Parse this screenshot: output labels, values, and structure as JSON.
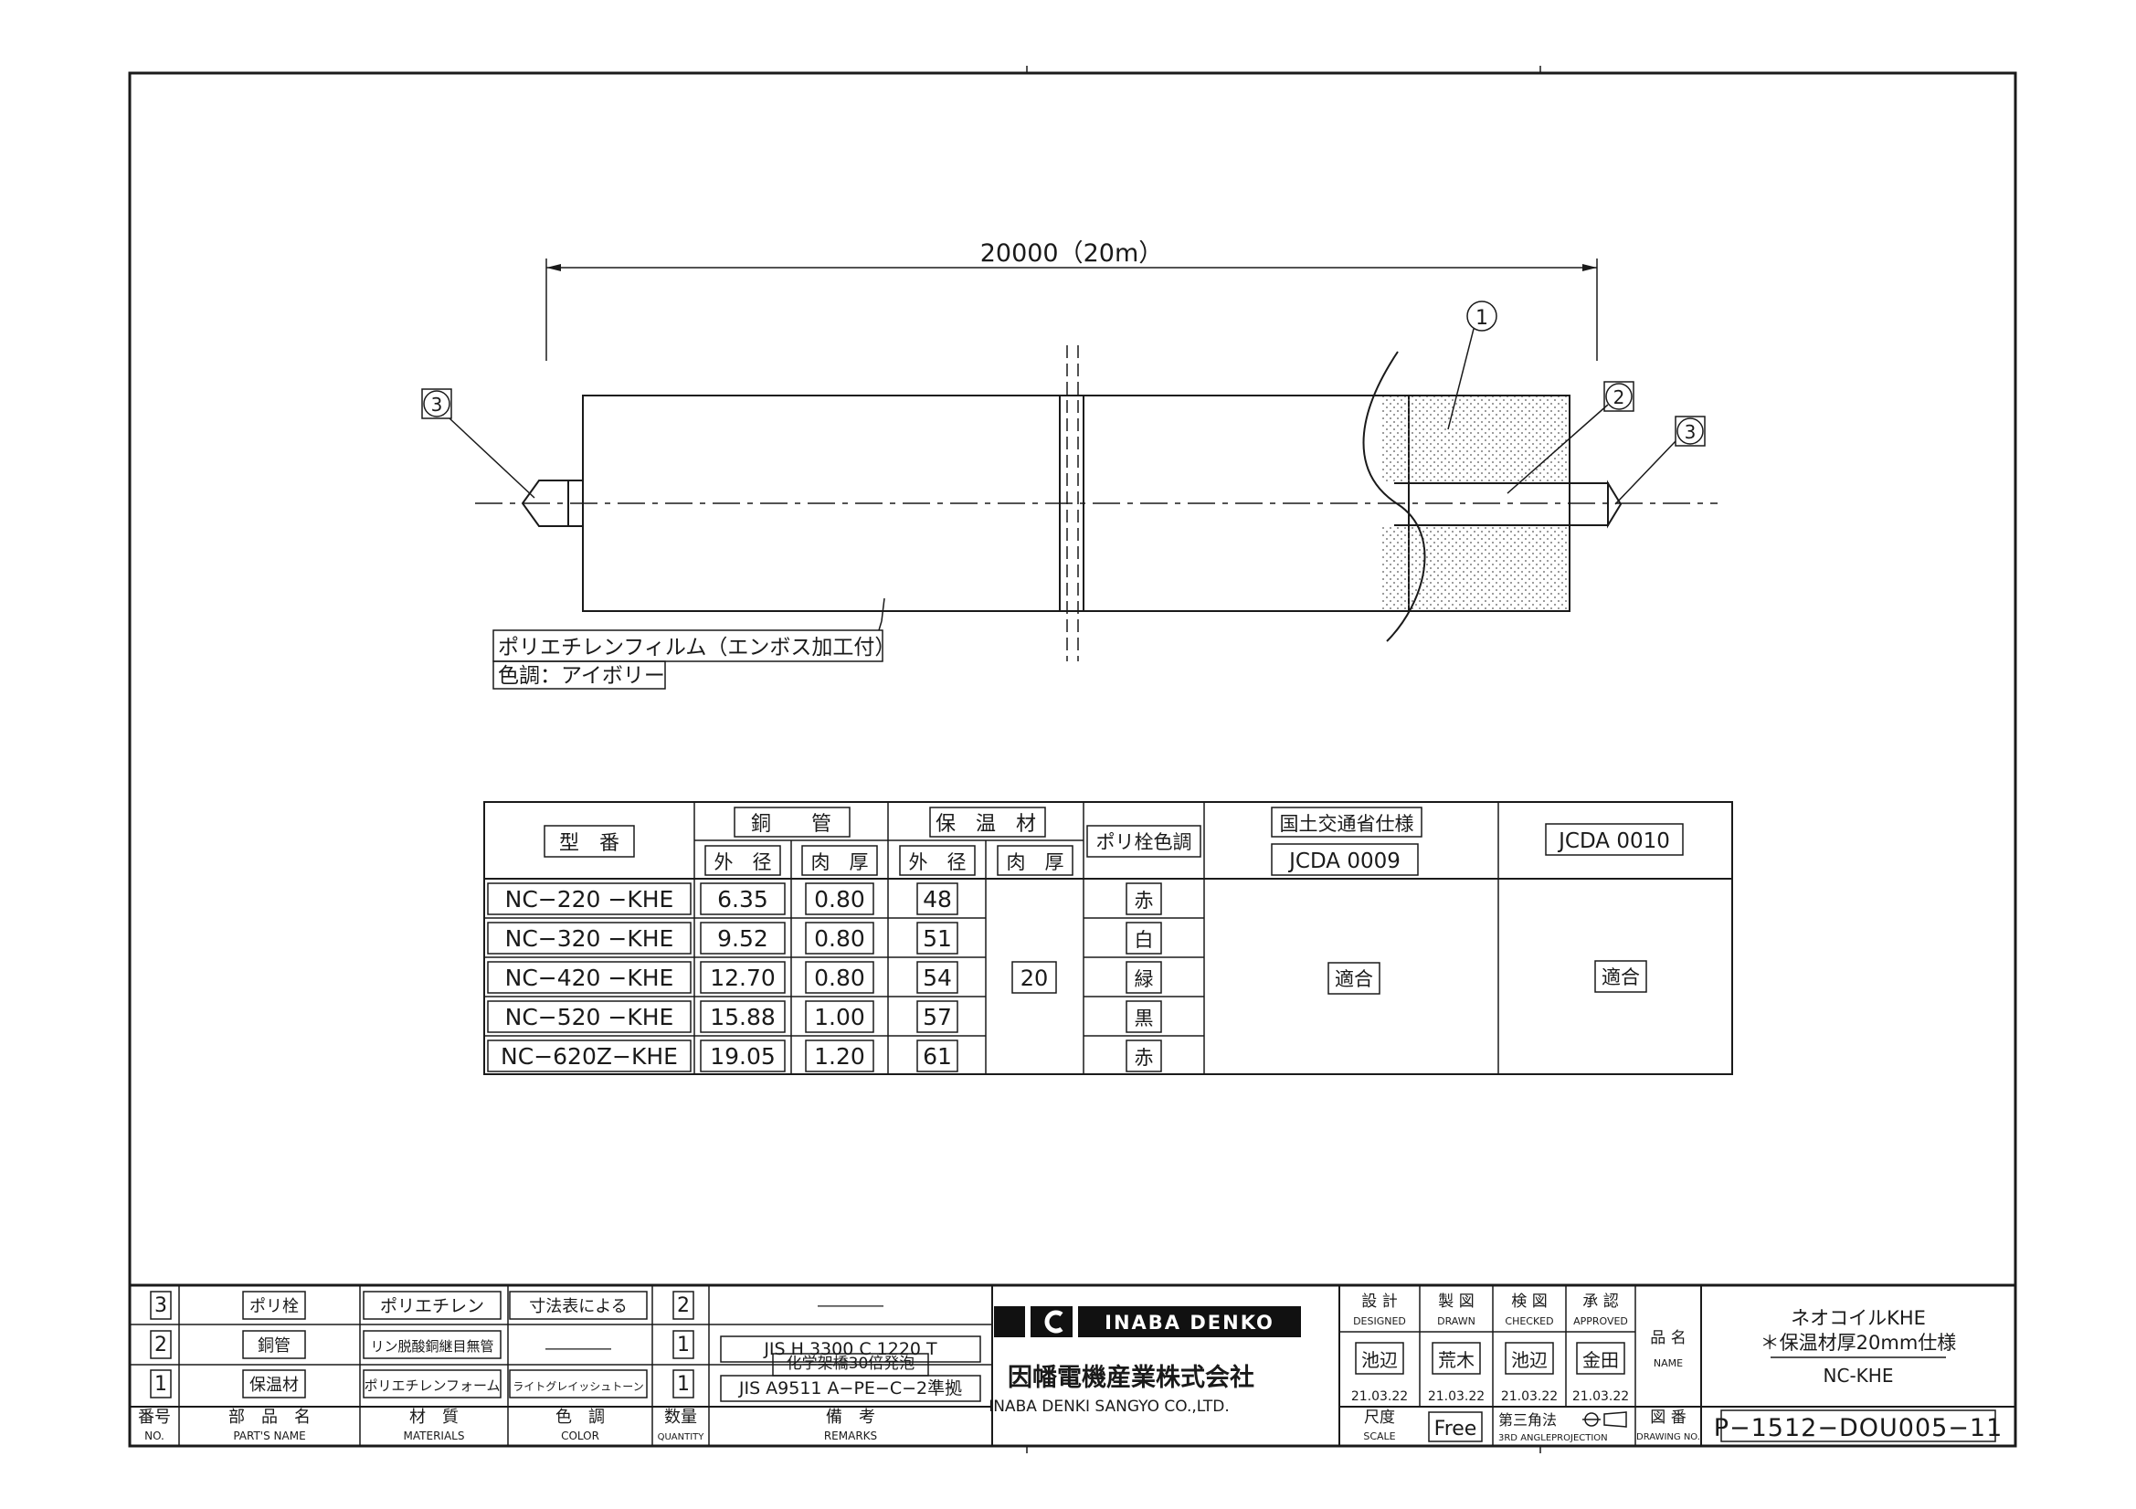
{
  "dimension": {
    "label": "20000（20m）"
  },
  "callouts": {
    "c1": "1",
    "c2": "2",
    "c3": "3"
  },
  "film_label": {
    "line1": "ポリエチレンフィルム（エンボス加工付）",
    "line2": "色調：アイボリー"
  },
  "spec_table": {
    "headers": {
      "model": "型　番",
      "copper_pipe": "銅　　管",
      "insulation": "保　温　材",
      "outer_diameter": "外　径",
      "wall_thickness": "肉　厚",
      "cap_color": "ポリ栓色調",
      "mlit_spec": "国土交通省仕様",
      "mlit_std": "JCDA 0009",
      "jcda": "JCDA 0010"
    },
    "rows": [
      {
        "model": "NC−220 −KHE",
        "od": "6.35",
        "wt": "0.80",
        "ins_od": "48",
        "color": "赤"
      },
      {
        "model": "NC−320 −KHE",
        "od": "9.52",
        "wt": "0.80",
        "ins_od": "51",
        "color": "白"
      },
      {
        "model": "NC−420 −KHE",
        "od": "12.70",
        "wt": "0.80",
        "ins_od": "54",
        "color": "緑"
      },
      {
        "model": "NC−520 −KHE",
        "od": "15.88",
        "wt": "1.00",
        "ins_od": "57",
        "color": "黒"
      },
      {
        "model": "NC−620Z−KHE",
        "od": "19.05",
        "wt": "1.20",
        "ins_od": "61",
        "color": "赤"
      }
    ],
    "ins_thickness": "20",
    "mlit_result": "適合",
    "jcda_result": "適合"
  },
  "parts_list": {
    "rows": [
      {
        "no": "3",
        "name": "ポリ栓",
        "material": "ポリエチレン",
        "color": "寸法表による",
        "qty": "2",
        "remarks": "――――",
        "remarks2": ""
      },
      {
        "no": "2",
        "name": "銅管",
        "material": "リン脱酸銅継目無管",
        "color": "――――",
        "qty": "1",
        "remarks": "JIS H 3300 C 1220 T",
        "remarks2": ""
      },
      {
        "no": "1",
        "name": "保温材",
        "material": "ポリエチレンフォーム",
        "color": "ライトグレイッシュトーン",
        "qty": "1",
        "remarks": "JIS A9511 A−PE−C−2準拠",
        "remarks2": "化学架橋30倍発泡"
      }
    ],
    "headers": {
      "no": "番号",
      "no_en": "NO.",
      "name": "部　品　名",
      "name_en": "PART'S NAME",
      "material": "材　質",
      "material_en": "MATERIALS",
      "color": "色　調",
      "color_en": "COLOR",
      "qty": "数量",
      "qty_en": "QUANTITY",
      "remarks": "備　考",
      "remarks_en": "REMARKS"
    }
  },
  "company": {
    "logo_text": "INABA DENKO",
    "name_jp": "因幡電機産業株式会社",
    "name_en": "INABA DENKI SANGYO CO.,LTD."
  },
  "approvals": {
    "designed": "設 計",
    "designed_en": "DESIGNED",
    "drawn": "製 図",
    "drawn_en": "DRAWN",
    "checked": "検 図",
    "checked_en": "CHECKED",
    "approved": "承 認",
    "approved_en": "APPROVED",
    "names": [
      "池辺",
      "荒木",
      "池辺",
      "金田"
    ],
    "dates": [
      "21.03.22",
      "21.03.22",
      "21.03.22",
      "21.03.22"
    ],
    "scale": "尺度",
    "scale_en": "SCALE",
    "scale_value": "Free",
    "projection": "第三角法",
    "projection_en": "3RD ANGLEPROJECTION"
  },
  "title_block": {
    "name_label": "品 名",
    "name_label_en": "NAME",
    "product_line1": "ネオコイルKHE",
    "product_line2": "＊保温材厚20mm仕様",
    "product_line3": "NC-KHE",
    "dwg_label": "図 番",
    "dwg_label_en": "DRAWING NO.",
    "dwg_no": "P−1512−DOU005−11"
  }
}
